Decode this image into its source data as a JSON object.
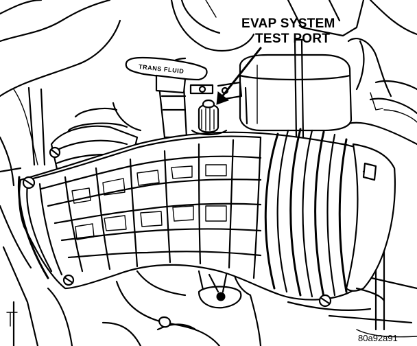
{
  "callout": {
    "line1": "EVAP SYSTEM",
    "line2": "TEST PORT"
  },
  "cap_label": "TRANS FLUID",
  "figure_id": "80a92a91"
}
